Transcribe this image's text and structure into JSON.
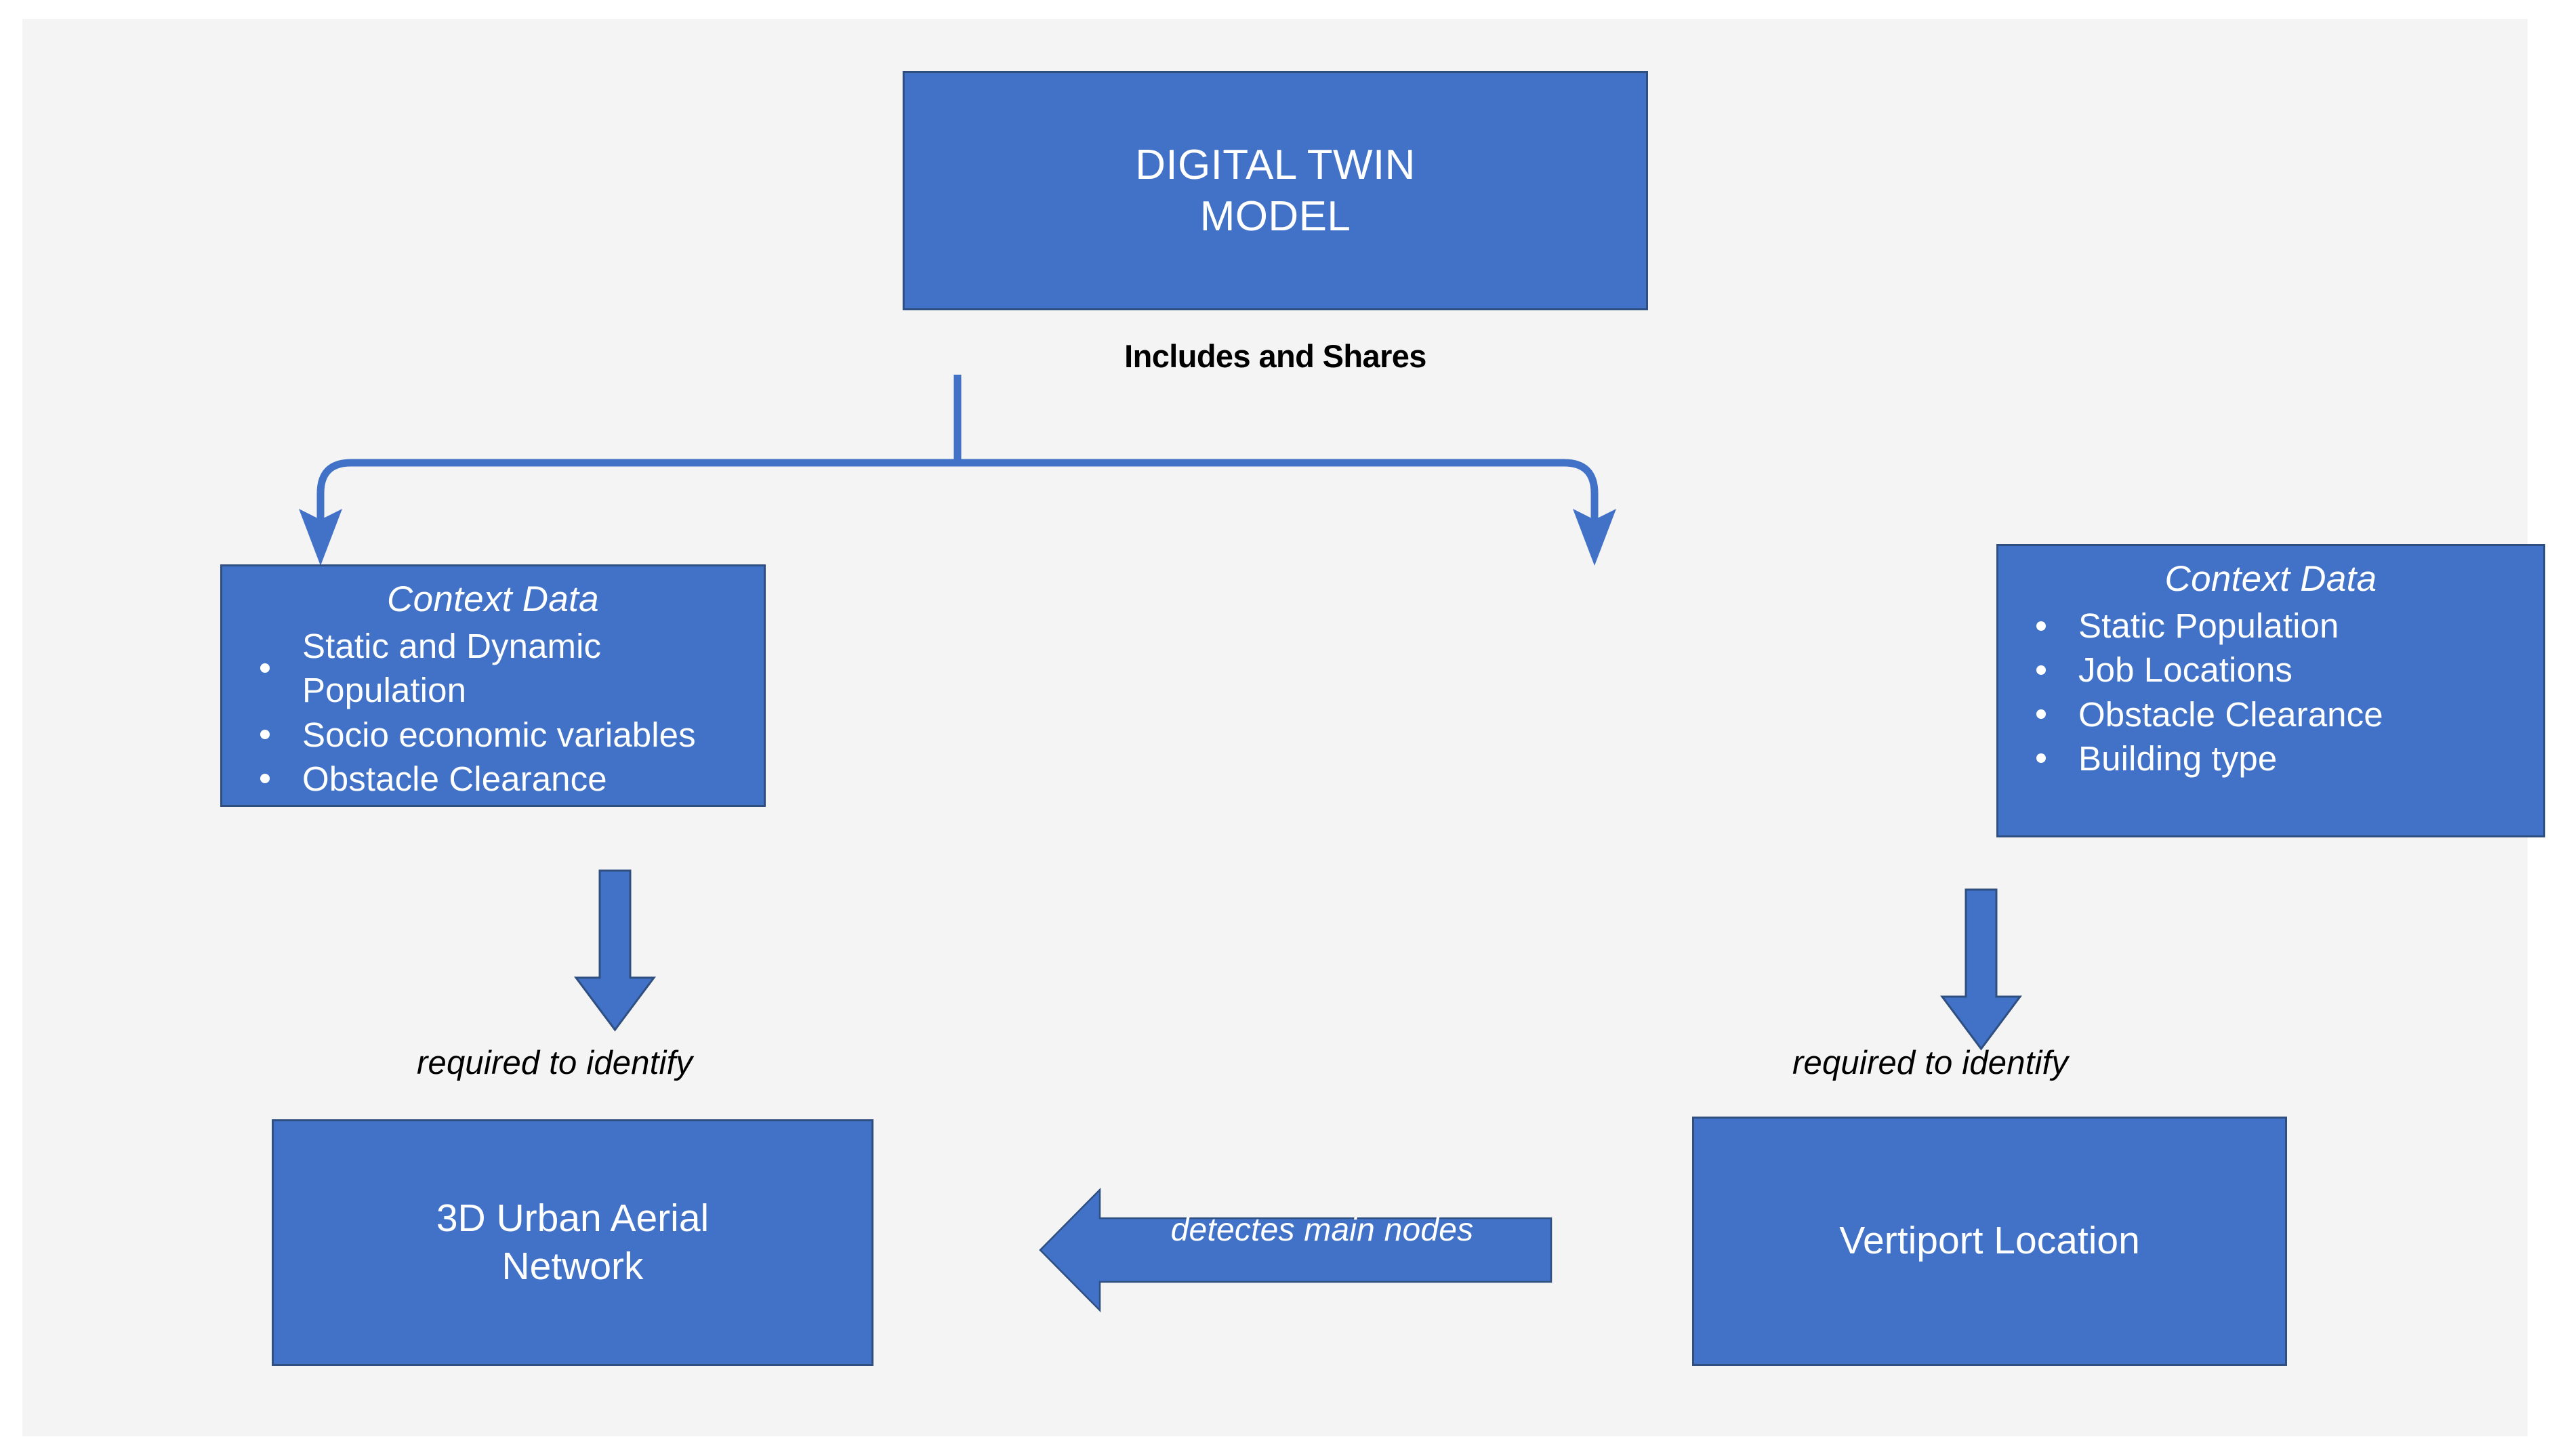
{
  "diagram": {
    "title_node": {
      "label": "DIGITAL TWIN\nMODEL",
      "line1": "DIGITAL TWIN",
      "line2": "MODEL"
    },
    "edge_label_top": "Includes and Shares",
    "context_left": {
      "title": "Context Data",
      "items": [
        "Static and Dynamic Population",
        "Socio economic variables",
        "Obstacle Clearance"
      ]
    },
    "context_right": {
      "title": "Context Data",
      "items": [
        "Static Population",
        "Job Locations",
        "Obstacle Clearance",
        "Building type"
      ]
    },
    "edge_label_left": "required to identify",
    "edge_label_right": "required to identify",
    "outcome_left": {
      "line1": "3D Urban Aerial",
      "line2": "Network"
    },
    "outcome_right": {
      "line1": "Vertiport Location"
    },
    "arrow_label_detect": "detectes main nodes"
  },
  "colors": {
    "node_fill": "#4172c8",
    "node_border": "#2f4f81",
    "canvas_bg": "#f4f4f4",
    "page_bg": "#ffffff",
    "node_text": "#ffffff",
    "label_text": "#000000"
  }
}
